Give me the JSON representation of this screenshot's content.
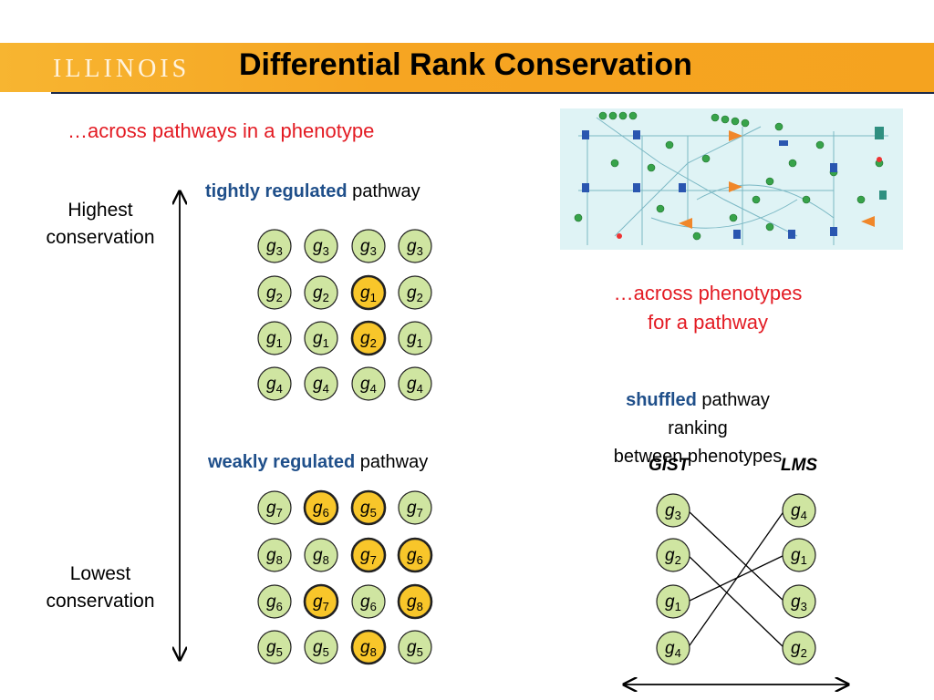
{
  "title": "Differential Rank Conservation",
  "logo": "ILLINOIS",
  "subtitle_left": "…across pathways in a phenotype",
  "subtitle_right_line1": "…across phenotypes",
  "subtitle_right_line2": "for a pathway",
  "tight": {
    "bold": "tightly regulated",
    "rest": " pathway"
  },
  "weak": {
    "bold": "weakly regulated",
    "rest": " pathway"
  },
  "shuffled": {
    "bold": "shuffled",
    "rest": " pathway ranking",
    "line2": "between phenotypes"
  },
  "axis": {
    "high_line1": "Highest",
    "high_line2": "conservation",
    "low_line1": "Lowest",
    "low_line2": "conservation"
  },
  "phenotypes": [
    "GIST",
    "LMS"
  ],
  "colors": {
    "green": "#cfe5a1",
    "yellow": "#f8c62a",
    "red": "#e31b23",
    "blue": "#1f4f8a"
  },
  "tight_grid": [
    [
      {
        "n": "3",
        "h": false
      },
      {
        "n": "3",
        "h": false
      },
      {
        "n": "3",
        "h": false
      },
      {
        "n": "3",
        "h": false
      }
    ],
    [
      {
        "n": "2",
        "h": false
      },
      {
        "n": "2",
        "h": false
      },
      {
        "n": "1",
        "h": true
      },
      {
        "n": "2",
        "h": false
      }
    ],
    [
      {
        "n": "1",
        "h": false
      },
      {
        "n": "1",
        "h": false
      },
      {
        "n": "2",
        "h": true
      },
      {
        "n": "1",
        "h": false
      }
    ],
    [
      {
        "n": "4",
        "h": false
      },
      {
        "n": "4",
        "h": false
      },
      {
        "n": "4",
        "h": false
      },
      {
        "n": "4",
        "h": false
      }
    ]
  ],
  "weak_grid": [
    [
      {
        "n": "7",
        "h": false
      },
      {
        "n": "6",
        "h": true
      },
      {
        "n": "5",
        "h": true
      },
      {
        "n": "7",
        "h": false
      }
    ],
    [
      {
        "n": "8",
        "h": false
      },
      {
        "n": "8",
        "h": false
      },
      {
        "n": "7",
        "h": true
      },
      {
        "n": "6",
        "h": true
      }
    ],
    [
      {
        "n": "6",
        "h": false
      },
      {
        "n": "7",
        "h": true
      },
      {
        "n": "6",
        "h": false
      },
      {
        "n": "8",
        "h": true
      }
    ],
    [
      {
        "n": "5",
        "h": false
      },
      {
        "n": "5",
        "h": false
      },
      {
        "n": "8",
        "h": true
      },
      {
        "n": "5",
        "h": false
      }
    ]
  ],
  "gist_col": [
    "3",
    "2",
    "1",
    "4"
  ],
  "lms_col": [
    "4",
    "1",
    "3",
    "2"
  ],
  "connections": [
    [
      0,
      2
    ],
    [
      1,
      3
    ],
    [
      2,
      1
    ],
    [
      3,
      0
    ]
  ],
  "gene_letter": "g"
}
